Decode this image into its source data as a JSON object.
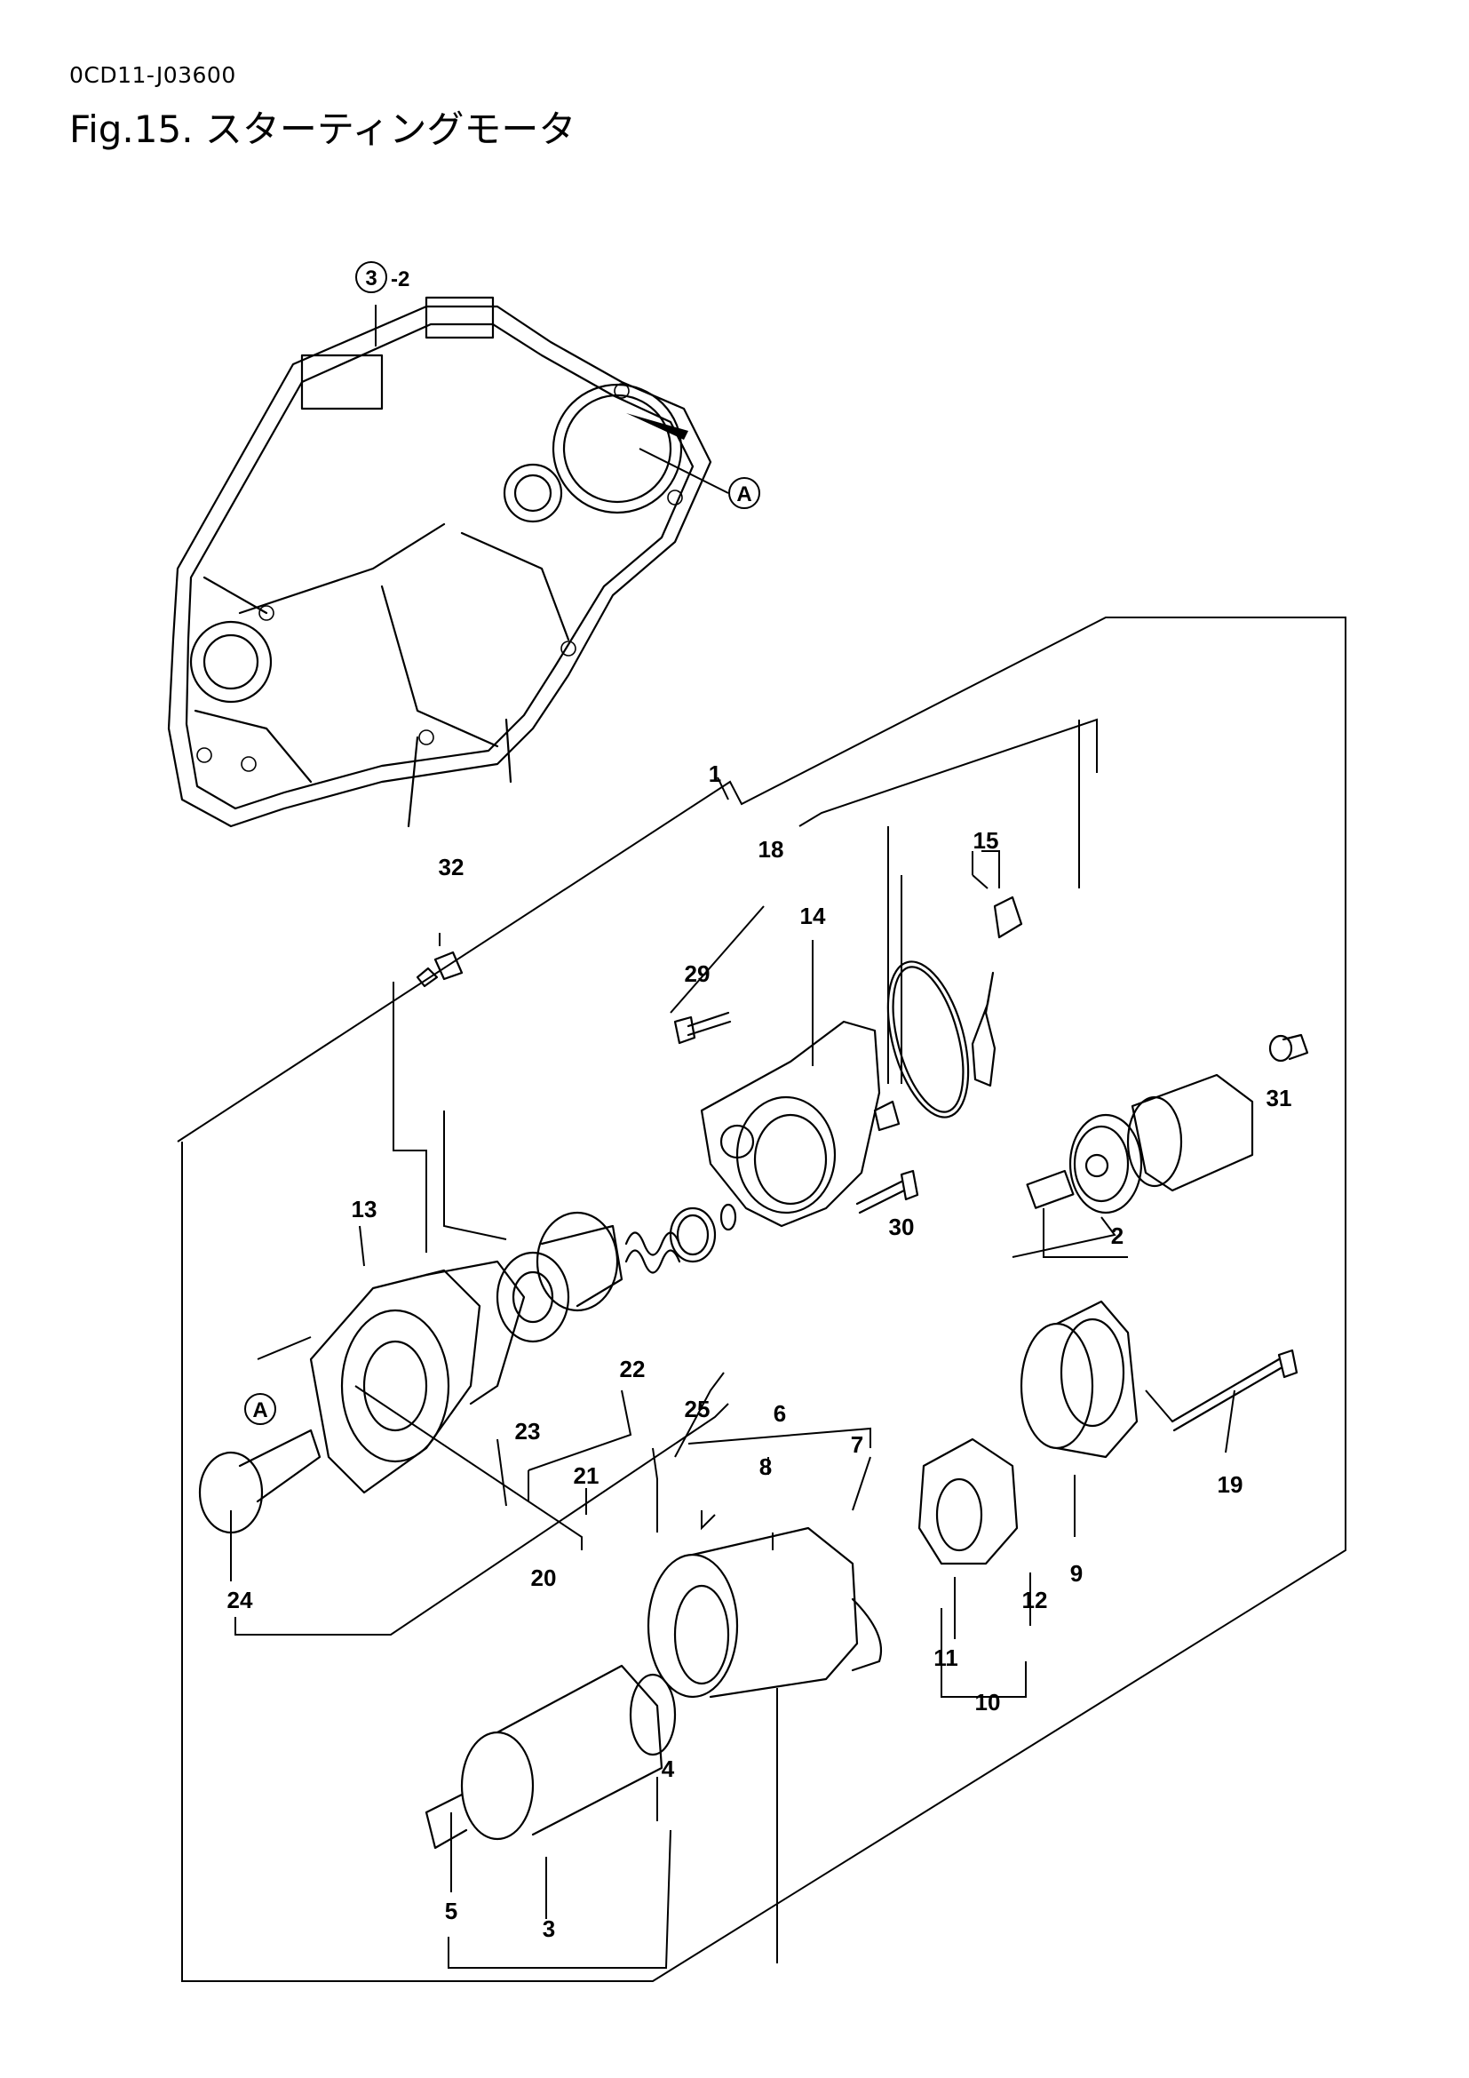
{
  "document": {
    "code": "0CD11-J03600",
    "title": "Fig.15.  スターティングモータ"
  },
  "references": {
    "ref_circle": "3",
    "ref_suffix": "-2",
    "detail_a": "A"
  },
  "part_numbers": [
    "1",
    "2",
    "3",
    "4",
    "5",
    "6",
    "7",
    "8",
    "9",
    "10",
    "11",
    "12",
    "13",
    "14",
    "15",
    "18",
    "19",
    "20",
    "21",
    "22",
    "23",
    "24",
    "25",
    "29",
    "30",
    "31",
    "32"
  ]
}
